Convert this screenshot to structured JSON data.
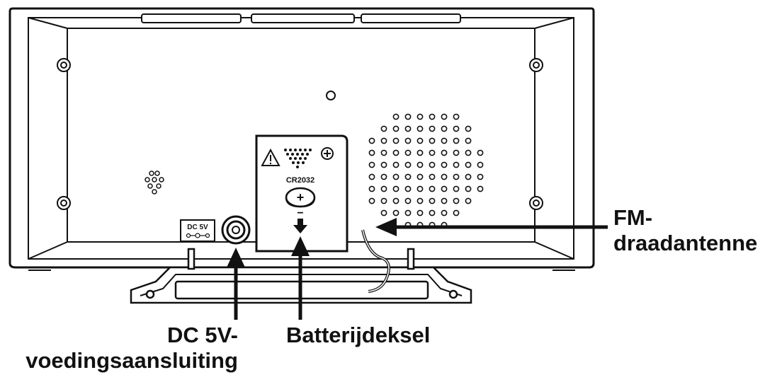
{
  "colors": {
    "line": "#111111",
    "background": "#ffffff",
    "panel": "#ffffff"
  },
  "device": {
    "dc_jack_label": "DC 5V",
    "battery_type": "CR2032",
    "battery_plus": "+",
    "battery_minus": "−"
  },
  "callouts": {
    "fm_antenna": {
      "line1": "FM-",
      "line2": "draadantenne"
    },
    "dc_power": {
      "line1": "DC 5V-",
      "line2": "voedingsaansluiting"
    },
    "battery_cover": {
      "line1": "Batterijdeksel"
    }
  }
}
